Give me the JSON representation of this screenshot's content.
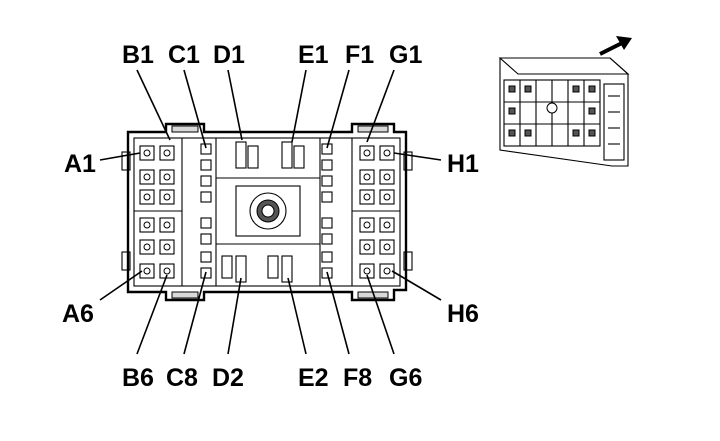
{
  "pin_labels": {
    "top": [
      "B1",
      "C1",
      "D1",
      "E1",
      "F1",
      "G1"
    ],
    "left": [
      "A1",
      "A6"
    ],
    "right": [
      "H1",
      "H6"
    ],
    "bottom": [
      "B6",
      "C8",
      "D2",
      "E2",
      "F8",
      "G6"
    ]
  },
  "colors": {
    "line": "#000000",
    "fill": "#ffffff",
    "shade": "#d9d9d9"
  },
  "icons": {
    "direction": "arrow-icon",
    "connector_view": "connector-3d-icon"
  }
}
